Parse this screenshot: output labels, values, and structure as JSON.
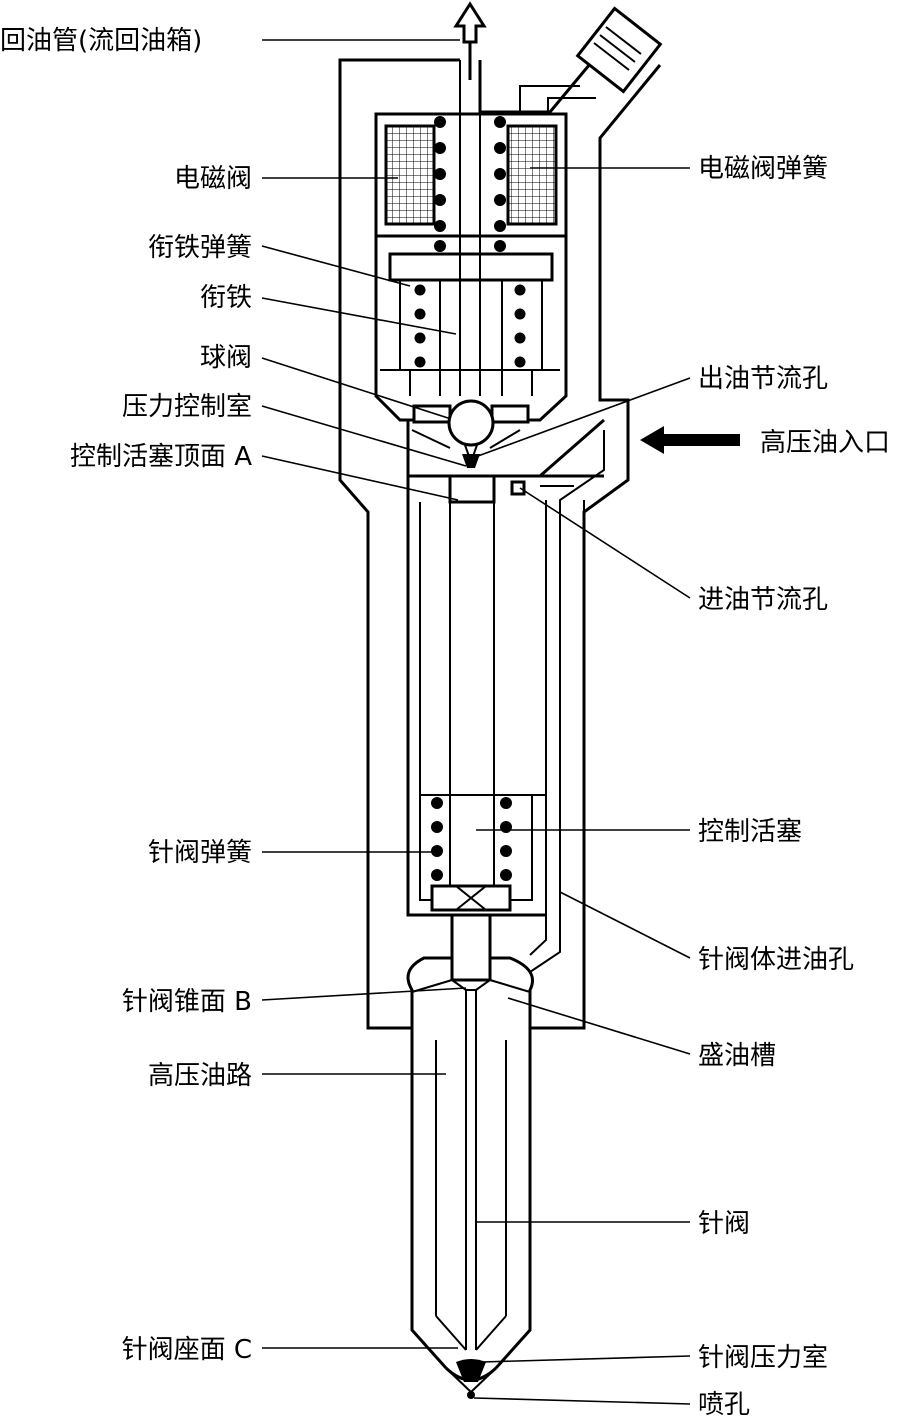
{
  "labels": {
    "return_pipe": "回油管(流回油箱)",
    "solenoid_valve": "电磁阀",
    "solenoid_spring": "电磁阀弹簧",
    "armature_spring": "衔铁弹簧",
    "armature": "衔铁",
    "ball_valve": "球阀",
    "outlet_throttle": "出油节流孔",
    "pressure_chamber": "压力控制室",
    "high_pressure_inlet": "高压油入口",
    "piston_top_a": "控制活塞顶面 A",
    "inlet_throttle": "进油节流孔",
    "needle_spring": "针阀弹簧",
    "control_piston": "控制活塞",
    "needle_body_inlet": "针阀体进油孔",
    "needle_cone_b": "针阀锥面 B",
    "oil_groove": "盛油槽",
    "hp_passage": "高压油路",
    "needle_valve": "针阀",
    "needle_seat_c": "针阀座面 C",
    "needle_chamber": "针阀压力室",
    "nozzle_hole": "喷孔"
  },
  "icons": {
    "flow_arrow": "up-arrow-icon",
    "inlet_arrow": "left-arrow-icon"
  },
  "colors": {
    "line": "#000000",
    "background": "#ffffff"
  }
}
